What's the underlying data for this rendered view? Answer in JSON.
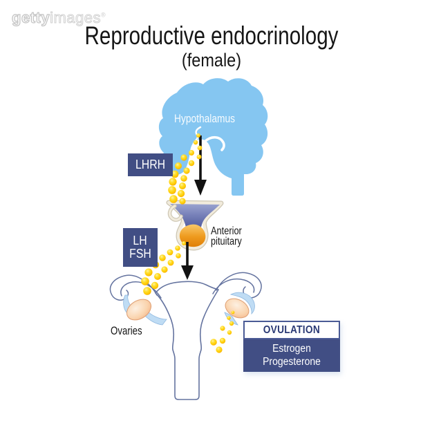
{
  "watermark": {
    "brand_bold": "getty",
    "brand_light": "images",
    "registered": "®"
  },
  "header": {
    "title": "Reproductive endocrinology",
    "subtitle": "(female)"
  },
  "labels": {
    "hypothalamus": "Hypothalamus",
    "lhrh": "LHRH",
    "lh": "LH",
    "fsh": "FSH",
    "anterior_pituitary_line1": "Anterior",
    "anterior_pituitary_line2": "pituitary",
    "ovaries": "Ovaries",
    "ovulation": "OVULATION",
    "estrogen": "Estrogen",
    "progesterone": "Progesterone"
  },
  "colors": {
    "navy_box": "#414E84",
    "ovulation_border": "#4A5A95",
    "ovulation_text": "#2B3A75",
    "title_black": "#161616",
    "brain_blue": "#85C6F1",
    "outline_blue": "#64739F",
    "hormone_yellow": "#FFD60A",
    "pituitary_purple": "#6670AD",
    "pituitary_orange": "#F0A030",
    "ovary_peach": "#F8CBA2"
  }
}
